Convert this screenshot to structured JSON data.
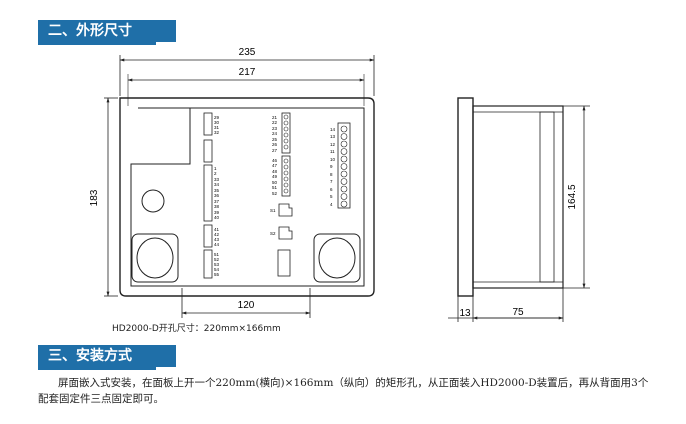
{
  "section_outline": {
    "title": "二、外形尺寸"
  },
  "section_install": {
    "title": "三、安装方式"
  },
  "dims": {
    "overall_width": "235",
    "inner_width": "217",
    "height": "183",
    "bottom_width": "120",
    "side_height": "164.5",
    "side_flange": "13",
    "side_depth": "75"
  },
  "terminals": {
    "col1_top": [
      "29",
      "30",
      "31",
      "32"
    ],
    "col1_mid": [
      "1",
      "2",
      "33",
      "34",
      "35",
      "36",
      "37",
      "38",
      "39",
      "40"
    ],
    "col1_low": [
      "41",
      "42",
      "43",
      "44"
    ],
    "col1_bot": [
      "51",
      "52",
      "53",
      "54",
      "55"
    ],
    "col2_top": [
      "21",
      "22",
      "23",
      "24",
      "25",
      "26",
      "27"
    ],
    "col2_mid": [
      "46",
      "47",
      "48",
      "49",
      "50",
      "51",
      "52"
    ],
    "port1": "S1",
    "port2": "S2",
    "col3": [
      "14",
      "13",
      "12",
      "11",
      "10",
      "9",
      "8",
      "7",
      "6",
      "5",
      "4"
    ]
  },
  "cutout_note": "HD2000-D开孔尺寸：220mm×166mm",
  "install_text": "屏面嵌入式安装，在面板上开一个220mm(横向)×166mm（纵向）的矩形孔，从正面装入HD2000-D装置后，再从背面用3个配套固定件三点固定即可。"
}
